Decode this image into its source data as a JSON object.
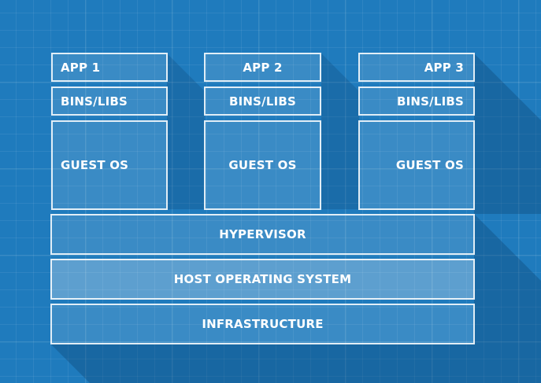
{
  "columns": [
    {
      "app": "APP 1",
      "bins": "BINS/LIBS",
      "os": "GUEST OS"
    },
    {
      "app": "APP 2",
      "bins": "BINS/LIBS",
      "os": "GUEST OS"
    },
    {
      "app": "APP 3",
      "bins": "BINS/LIBS",
      "os": "GUEST OS"
    }
  ],
  "layers": {
    "hypervisor": "HYPERVISOR",
    "host_os": "HOST OPERATING SYSTEM",
    "infrastructure": "INFRASTRUCTURE"
  },
  "colors": {
    "background": "#1f7bbd",
    "box_border": "#ffffff"
  }
}
